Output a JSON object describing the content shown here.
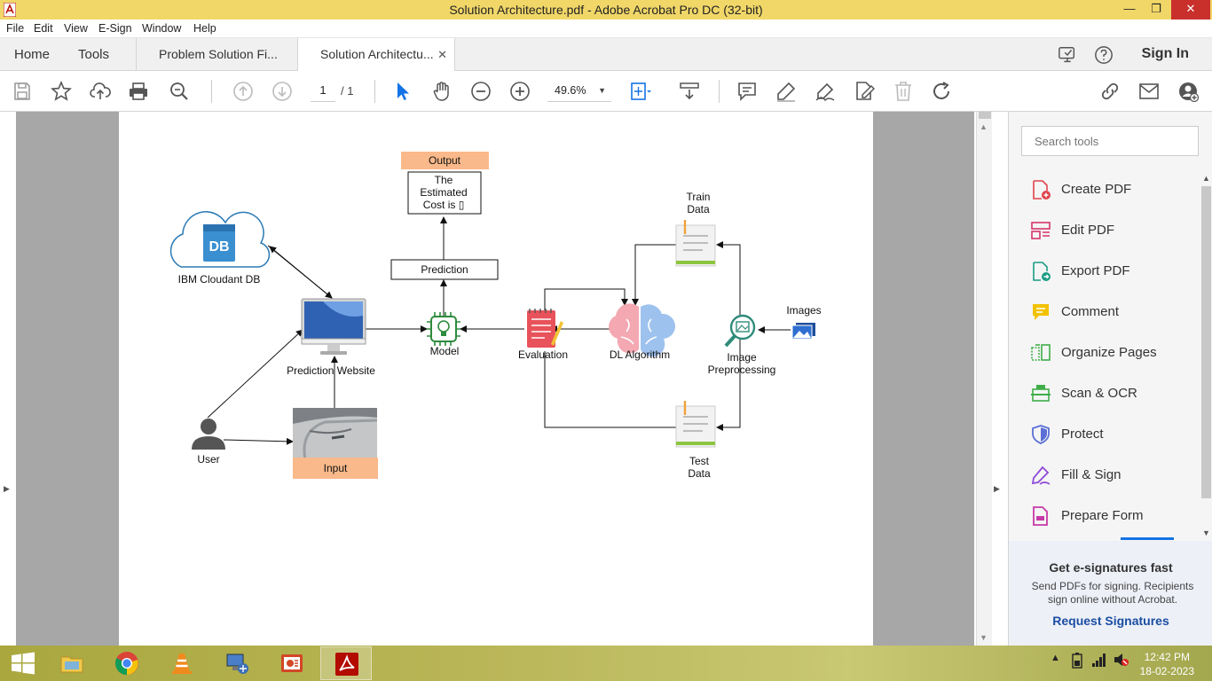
{
  "window": {
    "title": "Solution Architecture.pdf - Adobe Acrobat Pro DC (32-bit)",
    "minimize": "—",
    "maximize": "❐",
    "close": "✕"
  },
  "menu": [
    "File",
    "Edit",
    "View",
    "E-Sign",
    "Window",
    "Help"
  ],
  "tabs": {
    "home": "Home",
    "tools": "Tools",
    "doc1": "Problem Solution Fi...",
    "doc2": "Solution Architectu...",
    "close": "✕",
    "signin": "Sign In"
  },
  "toolbar": {
    "page_current": "1",
    "page_total": "/ 1",
    "zoom": "49.6%"
  },
  "diagram": {
    "output": "Output",
    "estimated_line1": "The",
    "estimated_line2": "Estimated",
    "estimated_line3": "Cost is ▯",
    "prediction": "Prediction",
    "db_badge": "DB",
    "ibm": "IBM Cloudant DB",
    "website": "Prediction  Website",
    "model": "Model",
    "evaluation": "Evaluation",
    "dl": "DL Algorithm",
    "train1": "Train",
    "train2": "Data",
    "test1": "Test",
    "test2": "Data",
    "images": "Images",
    "preproc1": "Image",
    "preproc2": "Preprocessing",
    "user": "User",
    "input": "Input"
  },
  "tools_pane": {
    "search_placeholder": "Search tools",
    "items": [
      {
        "label": "Create PDF",
        "color": "#e0434c"
      },
      {
        "label": "Edit PDF",
        "color": "#d6336c"
      },
      {
        "label": "Export PDF",
        "color": "#1b9c85"
      },
      {
        "label": "Comment",
        "color": "#f2c200"
      },
      {
        "label": "Organize Pages",
        "color": "#3fae49"
      },
      {
        "label": "Scan & OCR",
        "color": "#3fae49"
      },
      {
        "label": "Protect",
        "color": "#5b6fd6"
      },
      {
        "label": "Fill & Sign",
        "color": "#8e4ad8"
      },
      {
        "label": "Prepare Form",
        "color": "#c73aa6"
      }
    ],
    "promo_title": "Get e-signatures fast",
    "promo_desc": "Send PDFs for signing. Recipients sign online without Acrobat.",
    "promo_link": "Request Signatures"
  },
  "taskbar": {
    "time": "12:42 PM",
    "date": "18-02-2023"
  },
  "colors": {
    "titlebar": "#f1d768",
    "accent_orange": "#f9b98a",
    "link_blue": "#1a4ea1"
  }
}
